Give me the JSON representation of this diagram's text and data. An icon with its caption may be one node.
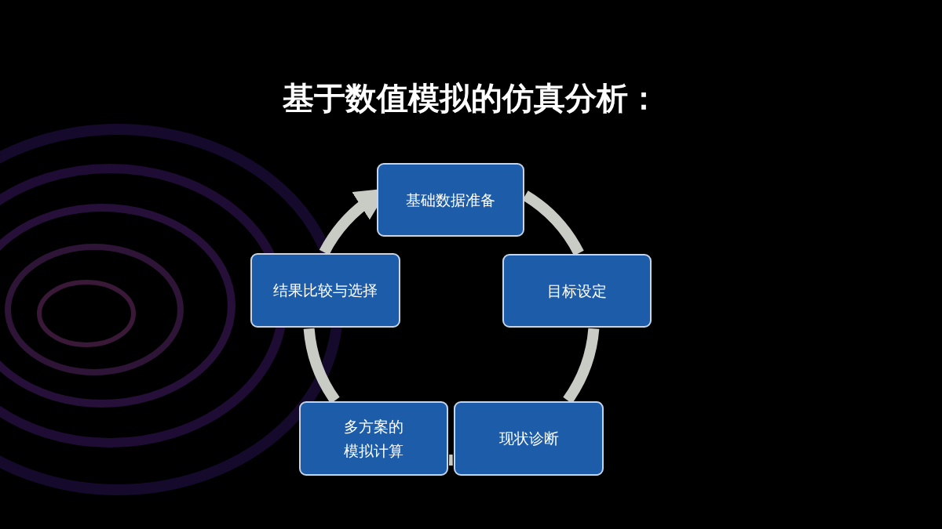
{
  "diagram": {
    "title": "基于数值模拟的仿真分析：",
    "nodes": [
      {
        "text": [
          "基础数据准备"
        ]
      },
      {
        "text": [
          "目标设定"
        ]
      },
      {
        "text": [
          "现状诊断"
        ]
      },
      {
        "text": [
          "多方案的模拟计算"
        ]
      },
      {
        "text": [
          "结果比较与选择"
        ]
      }
    ],
    "edges": [
      {
        "from": 0,
        "to": 1,
        "arrow": "none"
      },
      {
        "from": 1,
        "to": 2,
        "arrow": "none"
      },
      {
        "from": 2,
        "to": 3,
        "arrow": "none"
      },
      {
        "from": 3,
        "to": 4,
        "arrow": "none"
      },
      {
        "from": 4,
        "to": 0,
        "arrow": "to"
      }
    ]
  }
}
